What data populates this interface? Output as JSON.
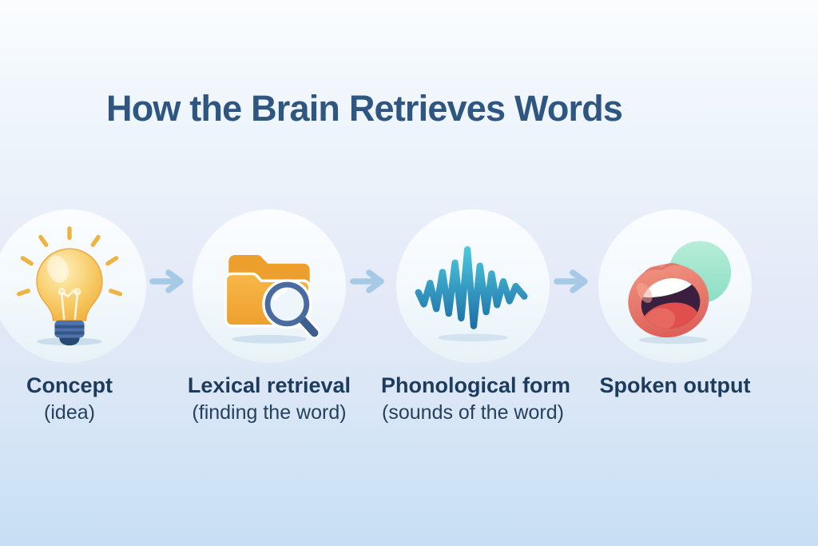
{
  "title": "How the Brain Retrieves Words",
  "steps": [
    {
      "label": "Concept",
      "sublabel": "(idea)",
      "icon": "lightbulb-idea-icon"
    },
    {
      "label": "Lexical retrieval",
      "sublabel": "(finding the word)",
      "icon": "folder-search-icon"
    },
    {
      "label": "Phonological form",
      "sublabel": "(sounds of the word)",
      "icon": "sound-waveform-icon"
    },
    {
      "label": "Spoken output",
      "sublabel": "",
      "icon": "mouth-speech-icon"
    }
  ],
  "arrows": {
    "count": 3,
    "direction": "right",
    "color": "#a6c9e6"
  },
  "colors": {
    "title_text": "#2e5680",
    "label_text": "#1d3b5c",
    "sublabel_text": "#24415f",
    "background_top": "#fbfdfe",
    "background_bottom": "#c7def4",
    "circle_fill": "#f3f9fd",
    "lightbulb_yellow": "#f5bb4a",
    "lightbulb_base_blue": "#4e73a8",
    "folder_orange": "#f3a93c",
    "magnifier_blue": "#4a6b9e",
    "waveform_teal_light": "#4ec9dd",
    "waveform_blue_dark": "#1c6ca5",
    "mouth_coral": "#e8796a",
    "mouth_interior": "#3a1f3f",
    "tongue_red": "#e04f4d",
    "speech_bubble_mint": "#9fe3cc"
  }
}
